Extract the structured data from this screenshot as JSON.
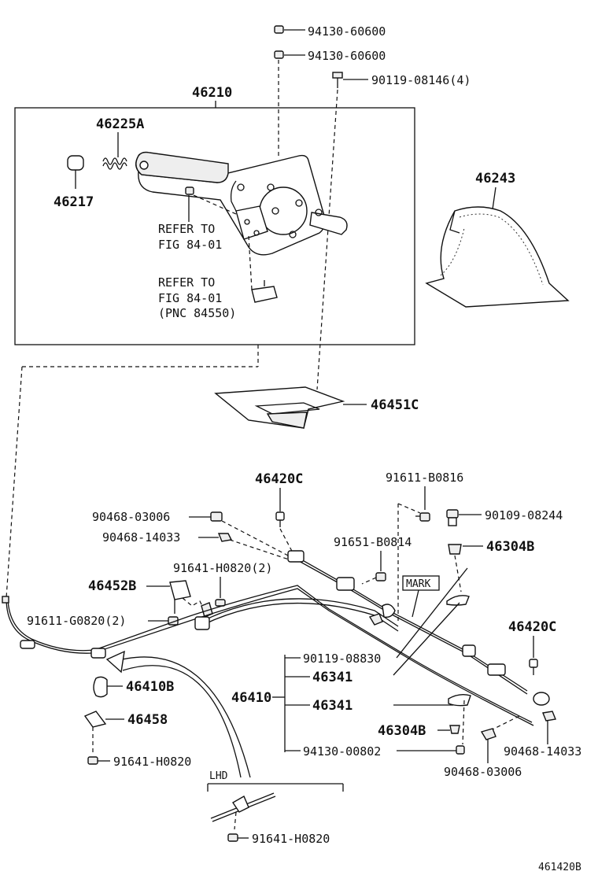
{
  "labels": {
    "p94130_60600_a": "94130-60600",
    "p94130_60600_b": "94130-60600",
    "p90119_08146": "90119-08146(4)",
    "p46210": "46210",
    "p46225A": "46225A",
    "p46217": "46217",
    "refer1_l1": "REFER TO",
    "refer1_l2": "FIG 84-01",
    "refer2_l1": "REFER TO",
    "refer2_l2": "FIG 84-01",
    "refer2_l3": "(PNC 84550)",
    "p46243": "46243",
    "p46451C": "46451C",
    "p46420C_a": "46420C",
    "p91611_B0816": "91611-B0816",
    "p90468_03006_a": "90468-03006",
    "p90109_08244": "90109-08244",
    "p90468_14033_a": "90468-14033",
    "p91651_B0814": "91651-B0814",
    "p46304B_a": "46304B",
    "p91641_H0820_2": "91641-H0820(2)",
    "p46452B": "46452B",
    "mark": "MARK",
    "p91611_G0820_2": "91611-G0820(2)",
    "p46420C_b": "46420C",
    "p90119_08830": "90119-08830",
    "p46341_a": "46341",
    "p46410B": "46410B",
    "p46410": "46410",
    "p46341_b": "46341",
    "p46458": "46458",
    "p46304B_b": "46304B",
    "p94130_00802": "94130-00802",
    "p90468_14033_b": "90468-14033",
    "p91641_H0820_a": "91641-H0820",
    "p90468_03006_b": "90468-03006",
    "lhd": "LHD",
    "p91641_H0820_b": "91641-H0820",
    "fig_code": "461420B"
  }
}
